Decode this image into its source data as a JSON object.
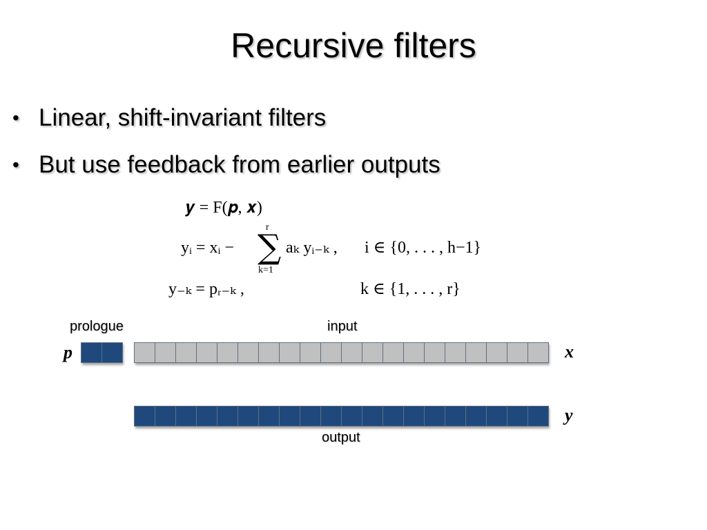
{
  "title": "Recursive filters",
  "bullets": [
    "Linear, shift-invariant filters",
    "But use feedback from earlier outputs"
  ],
  "bullet_glyph": "•",
  "equations": {
    "line1": "𝒚 = F(𝒑, 𝒙)",
    "line2_lhs": "yᵢ = xᵢ −",
    "line2_sum_top": "r",
    "line2_sum_symbol": "∑",
    "line2_sum_bottom": "k=1",
    "line2_rhs": "aₖ yᵢ₋ₖ ,",
    "line2_domain": "i ∈ {0, . . . , h−1}",
    "line3_lhs": "y₋ₖ = pᵣ₋ₖ ,",
    "line3_domain": "k ∈ {1, . . . , r}"
  },
  "diagram": {
    "prologue_label": "prologue",
    "input_label": "input",
    "output_label": "output",
    "p_symbol": "p",
    "x_symbol": "x",
    "y_symbol": "y",
    "prologue_cells": 2,
    "input_cells": 20,
    "output_cells": 20,
    "colors": {
      "prologue_fill": "#1f497d",
      "input_fill": "#c0c0c0",
      "output_fill": "#1f497d"
    }
  }
}
